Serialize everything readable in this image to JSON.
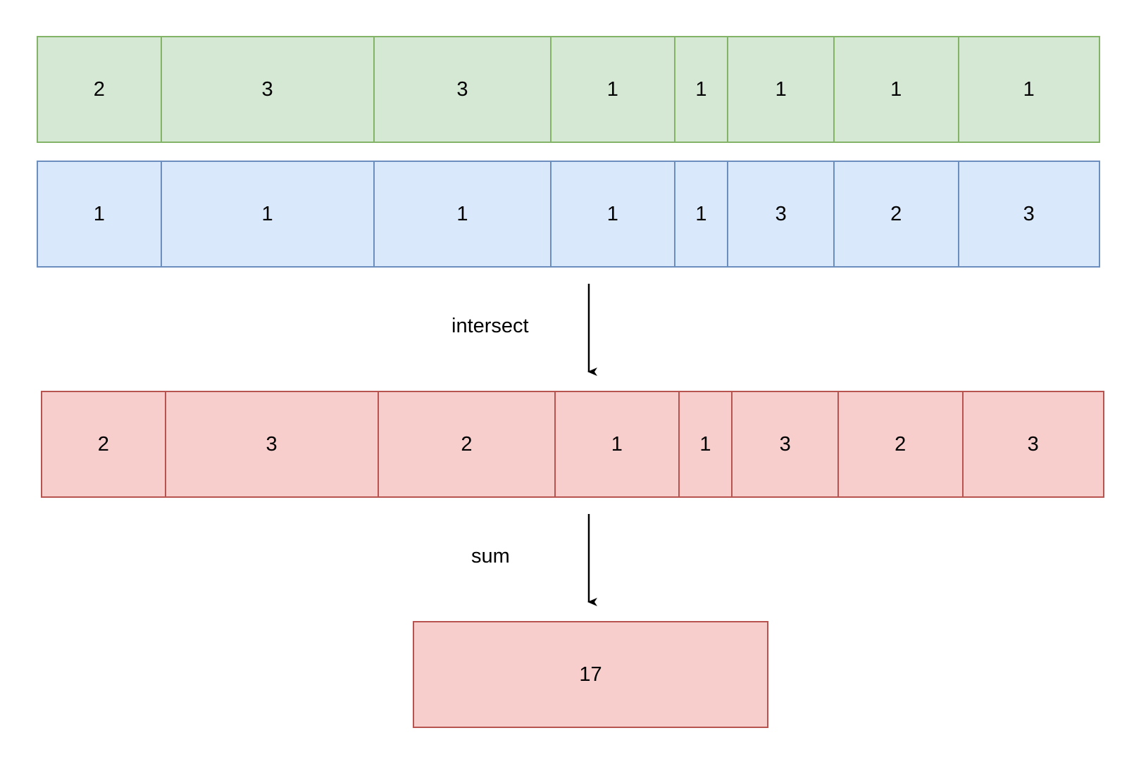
{
  "colors": {
    "row_a_fill": "#d5e8d4",
    "row_a_stroke": "#82b366",
    "row_b_fill": "#dae8fc",
    "row_b_stroke": "#6c8ebf",
    "result_fill": "#f8cecc",
    "result_stroke": "#b85450"
  },
  "row_a": {
    "cells": [
      "2",
      "3",
      "3",
      "1",
      "1",
      "1",
      "1",
      "1"
    ]
  },
  "row_b": {
    "cells": [
      "1",
      "1",
      "1",
      "1",
      "1",
      "3",
      "2",
      "3"
    ]
  },
  "row_c": {
    "cells": [
      "2",
      "3",
      "2",
      "1",
      "1",
      "3",
      "2",
      "3"
    ]
  },
  "operations": {
    "first": "intersect",
    "second": "sum"
  },
  "result": {
    "value": "17"
  }
}
